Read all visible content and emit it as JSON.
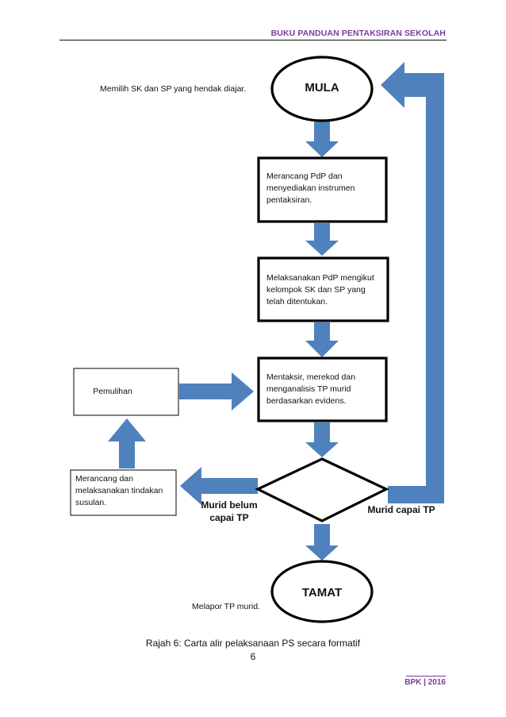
{
  "header": {
    "title": "BUKU PANDUAN PENTAKSIRAN SEKOLAH"
  },
  "flowchart": {
    "start": {
      "label": "MULA",
      "note": "Memilih SK dan SP yang hendak diajar."
    },
    "step1": "Merancang PdP dan menyediakan instrumen pentaksiran.",
    "step2": "Melaksanakan PdP mengikut kelompok SK dan SP yang telah ditentukan.",
    "step3": "Mentaksir, merekod dan menganalisis TP murid berdasarkan evidens.",
    "remedial": "Pemulihan",
    "followup": "Merancang dan melaksanakan tindakan susulan.",
    "branch_not_achieved": "Murid belum capai TP",
    "branch_achieved": "Murid capai TP",
    "end": {
      "label": "TAMAT",
      "note": "Melapor TP murid."
    }
  },
  "caption": "Rajah 6: Carta alir pelaksanaan PS secara formatif",
  "page_number": "6",
  "footer": "BPK | 2016",
  "colors": {
    "arrow": "#4f81bd",
    "accent": "#7a3aa0"
  }
}
